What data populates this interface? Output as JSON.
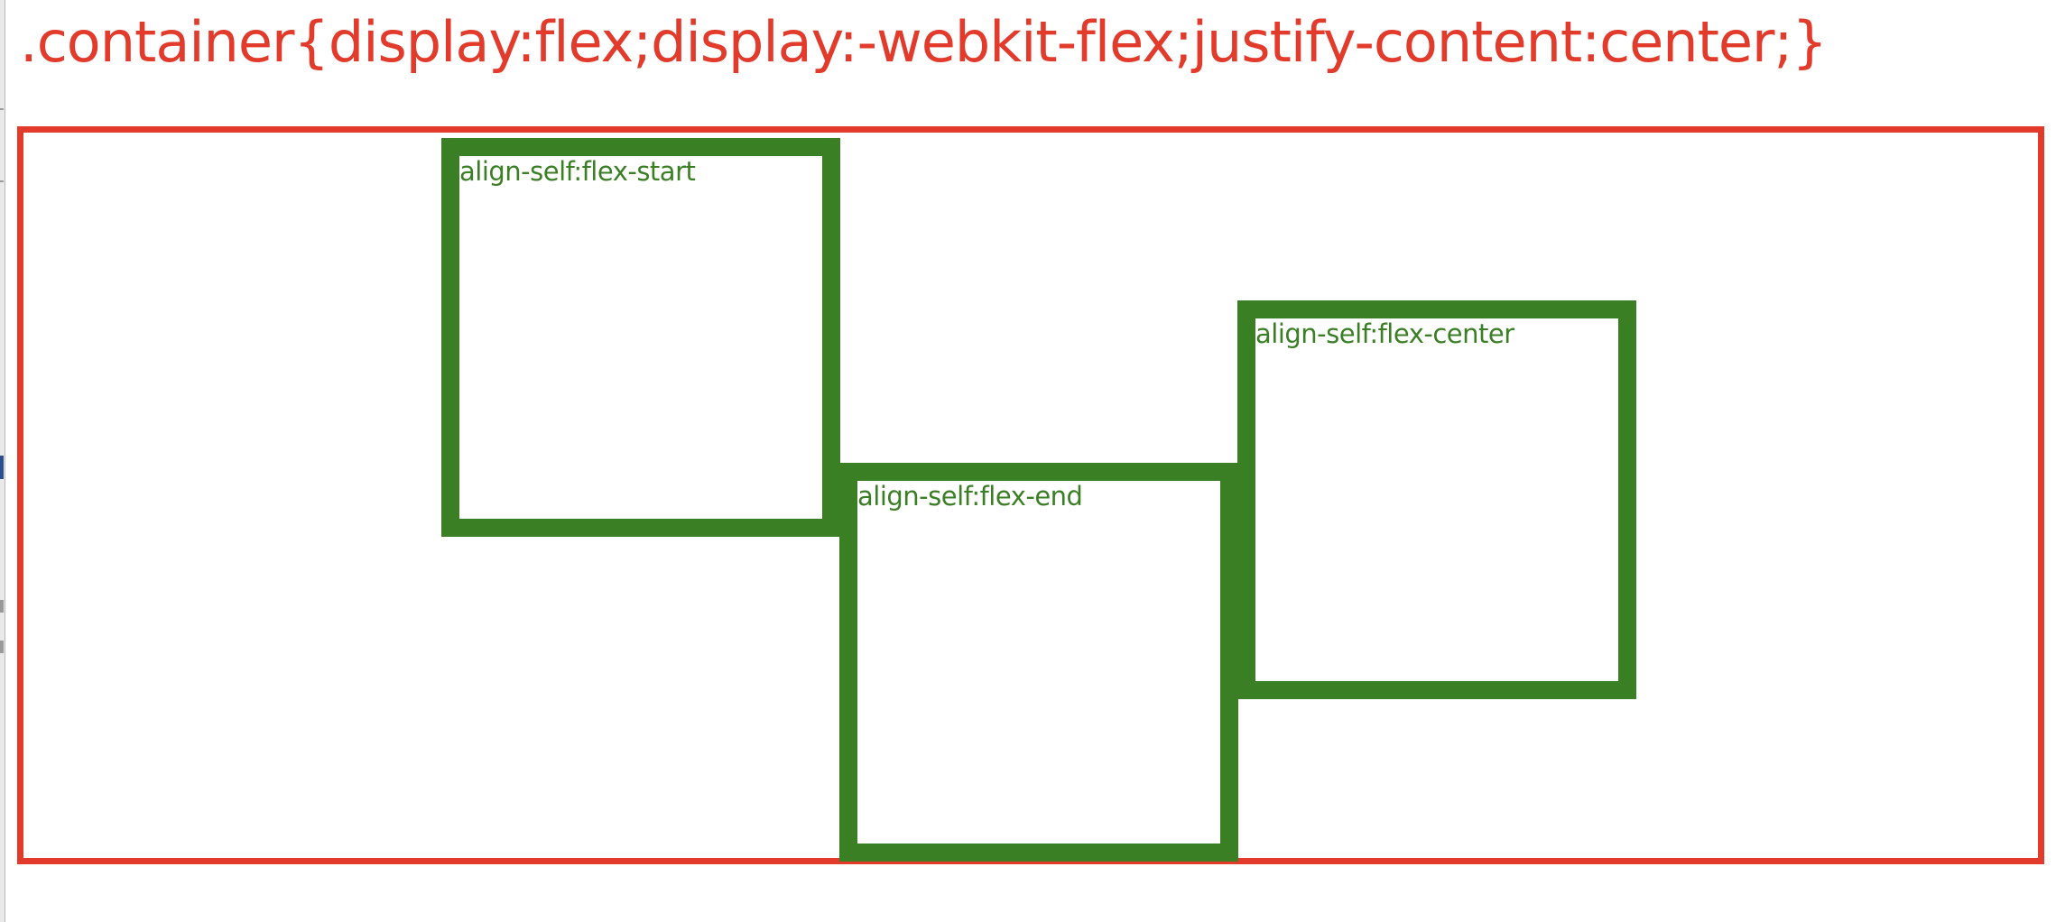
{
  "heading": {
    "text": ".container{display:flex;display:-webkit-flex;justify-content:center;}",
    "color": "#e23a2b"
  },
  "container": {
    "border_color": "#e23a2b"
  },
  "items": [
    {
      "label": "align-self:flex-start"
    },
    {
      "label": "align-self:flex-end"
    },
    {
      "label": "align-self:flex-center"
    }
  ],
  "colors": {
    "item_border": "#3b7f25",
    "item_label": "#3b7f25",
    "background": "#ffffff"
  }
}
